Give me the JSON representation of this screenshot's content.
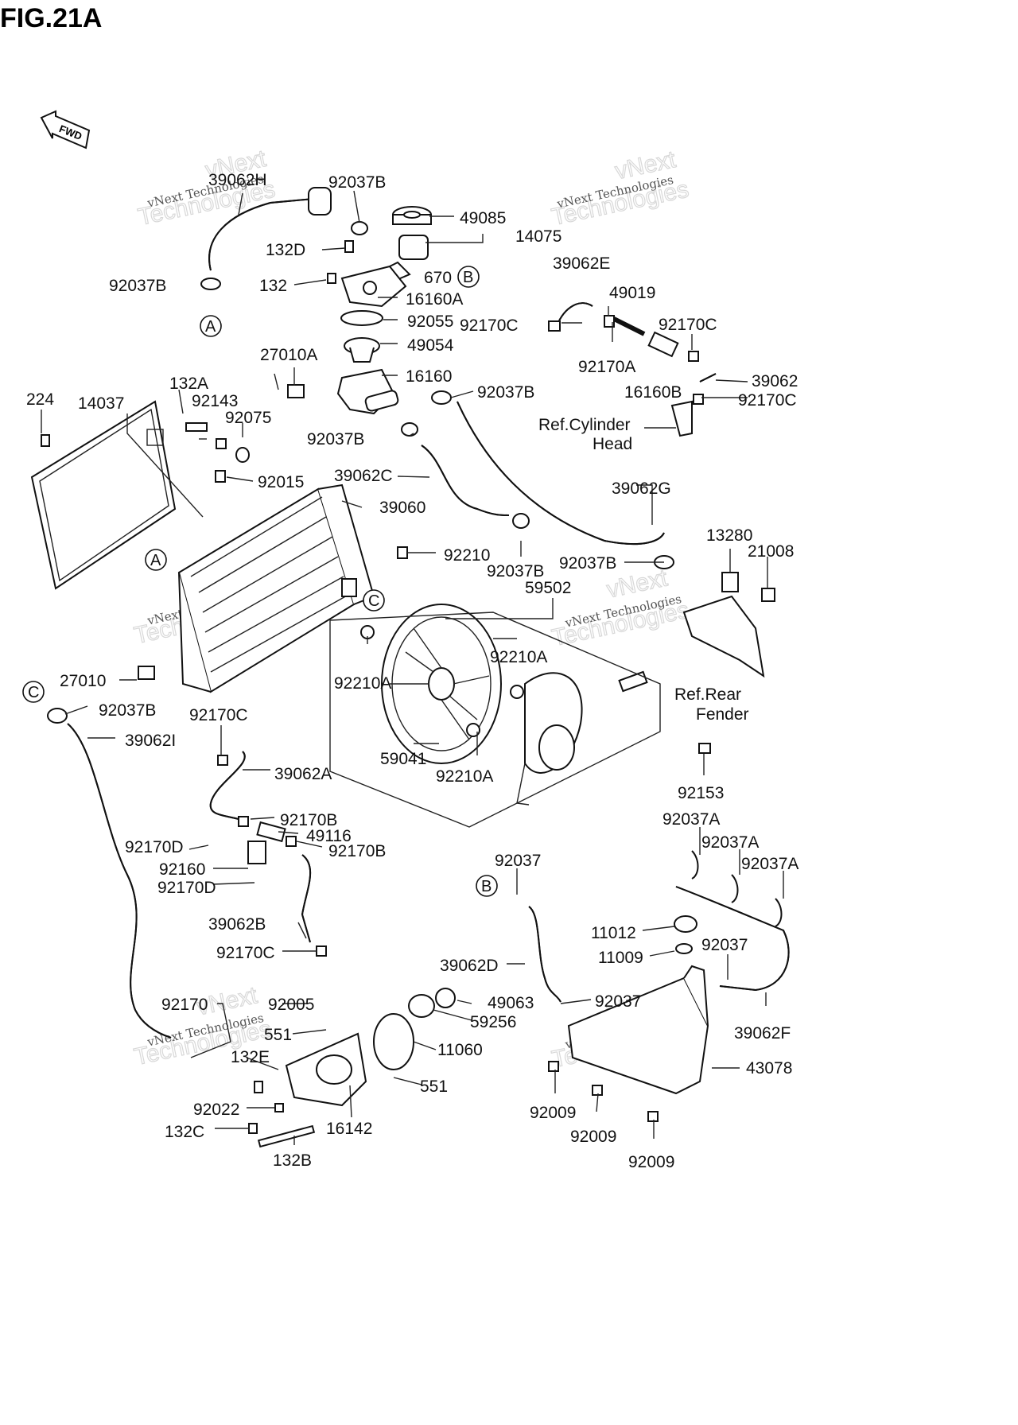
{
  "figure": {
    "title": "FIG.21A"
  },
  "fwd_label": "FWD",
  "watermark": {
    "line1": "vNext Technologies",
    "line2": "Technologies",
    "line3": "vNext"
  },
  "markers": {
    "a": "A",
    "b": "B",
    "c": "C"
  },
  "refs": {
    "cyl_head_1": "Ref.Cylinder",
    "cyl_head_2": "Head",
    "rear_fender_1": "Ref.Rear",
    "rear_fender_2": "Fender"
  },
  "parts": {
    "p39062H": "39062H",
    "p92037B_1": "92037B",
    "p49085": "49085",
    "p14075": "14075",
    "p132D": "132D",
    "p670": "670",
    "p92037B_2": "92037B",
    "p132": "132",
    "p16160A": "16160A",
    "p92055": "92055",
    "p49054": "49054",
    "p27010A": "27010A",
    "p16160": "16160",
    "p92037B_3": "92037B",
    "p39062E": "39062E",
    "p49019": "49019",
    "p92170C_1": "92170C",
    "p92170C_2": "92170C",
    "p92170A": "92170A",
    "p16160B": "16160B",
    "p39062": "39062",
    "p92170C_3": "92170C",
    "p224": "224",
    "p14037": "14037",
    "p132A": "132A",
    "p92143": "92143",
    "p92075": "92075",
    "p92037B_4": "92037B",
    "p92015": "92015",
    "p39062C": "39062C",
    "p39060": "39060",
    "p39062G": "39062G",
    "p92210": "92210",
    "p92037B_5": "92037B",
    "p92037B_6": "92037B",
    "p13280": "13280",
    "p21008": "21008",
    "p59502": "59502",
    "p92210A_1": "92210A",
    "p92210A_2": "92210A",
    "p27010": "27010",
    "p92037B_7": "92037B",
    "p39062I": "39062I",
    "p92170C_4": "92170C",
    "p59041": "59041",
    "p92210A_3": "92210A",
    "p92153": "92153",
    "p39062A": "39062A",
    "p92170B_1": "92170B",
    "p49116": "49116",
    "p92170B_2": "92170B",
    "p92170D_1": "92170D",
    "p92160": "92160",
    "p92170D_2": "92170D",
    "p92037A_1": "92037A",
    "p92037A_2": "92037A",
    "p92037A_3": "92037A",
    "p92037_1": "92037",
    "p39062B": "39062B",
    "p11012": "11012",
    "p11009": "11009",
    "p92037_2": "92037",
    "p92170C_5": "92170C",
    "p39062D": "39062D",
    "p92170": "92170",
    "p92005": "92005",
    "p49063": "49063",
    "p92037_3": "92037",
    "p551_1": "551",
    "p59256": "59256",
    "p132E": "132E",
    "p11060": "11060",
    "p39062F": "39062F",
    "p551_2": "551",
    "p43078": "43078",
    "p92022": "92022",
    "p132C": "132C",
    "p16142": "16142",
    "p92009_1": "92009",
    "p92009_2": "92009",
    "p132B": "132B",
    "p92009_3": "92009"
  }
}
